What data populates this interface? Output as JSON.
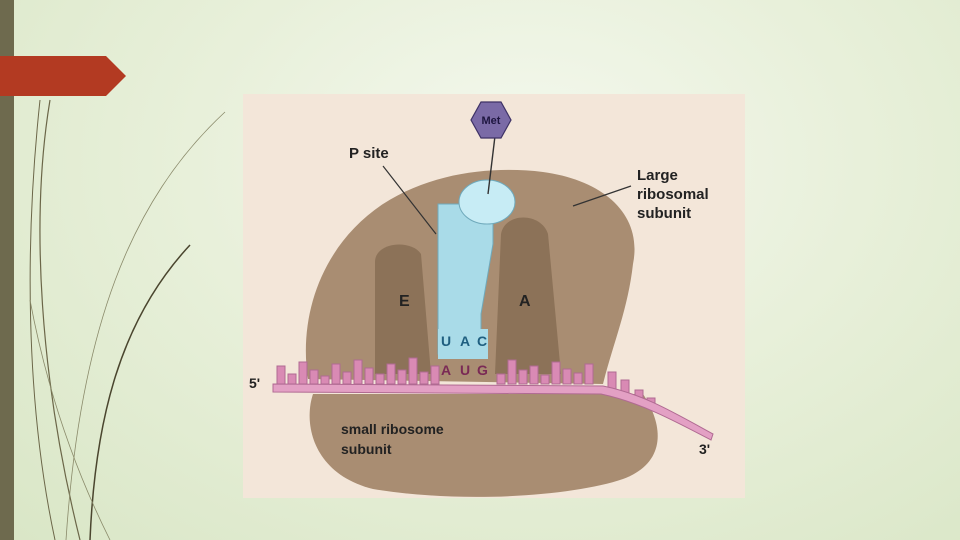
{
  "slide": {
    "accent_color": "#b33a22",
    "sidebar_color": "#6e6a4e"
  },
  "diagram": {
    "labels": {
      "met": "Met",
      "p_site": "P site",
      "large_subunit_1": "Large",
      "large_subunit_2": "ribosomal",
      "large_subunit_3": "subunit",
      "e_site": "E",
      "a_site": "A",
      "five_prime": "5'",
      "three_prime": "3'",
      "small_subunit_1": "small ribosome",
      "small_subunit_2": "subunit"
    },
    "anticodon": [
      "U",
      "A",
      "C"
    ],
    "codon": [
      "A",
      "U",
      "G"
    ],
    "colors": {
      "ribosome": "#a98d72",
      "ribosome_dark": "#8c7258",
      "trna": "#a9dbe8",
      "mrna": "#e3a0c4",
      "met_tag": "#7a6aa6",
      "anticodon_text": "#1f5f80",
      "codon_text": "#7a2a55"
    }
  }
}
